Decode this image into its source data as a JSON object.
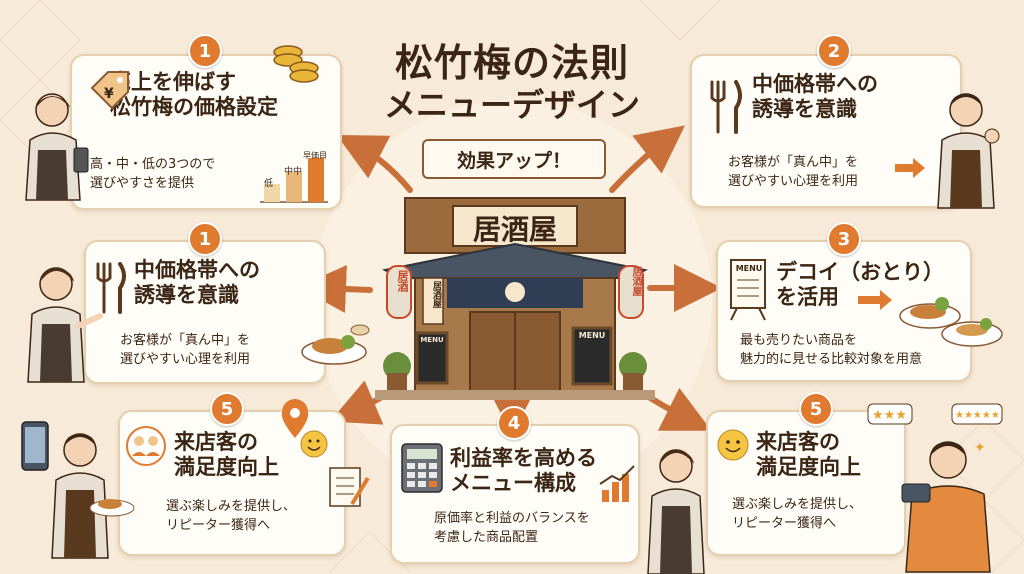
{
  "title": "松竹梅の法則",
  "subtitle": "メニューデザイン",
  "ribbon": "効果アップ！",
  "shop_sign": "居酒屋",
  "lantern_left": "居酒",
  "lantern_right": "居酒屋",
  "shop_board": "居酒屋",
  "menu_board": "MENU",
  "menu_board_small": "MENU",
  "cards": [
    {
      "number": "1",
      "title_line1": "売上を伸ばす",
      "title_line2": "松竹梅の価格設定",
      "desc_line1": "高・中・低の3つので",
      "desc_line2": "選びやすさを提供",
      "chart_labels": [
        "低",
        "中中",
        "早価目"
      ]
    },
    {
      "number": "2",
      "title_line1": "中価格帯への",
      "title_line2": "誘導を意識",
      "desc_line1": "お客様が「真ん中」を",
      "desc_line2": "選びやすい心理を利用"
    },
    {
      "number": "1",
      "title_line1": "中価格帯への",
      "title_line2": "誘導を意識",
      "desc_line1": "お客様が「真ん中」を",
      "desc_line2": "選びやすい心理を利用"
    },
    {
      "number": "3",
      "title_line1": "デコイ（おとり）",
      "title_line2": "を活用",
      "desc_line1": "最も売りたい商品を",
      "desc_line2": "魅力的に見せる比較対象を用意",
      "menu_label": "MENU"
    },
    {
      "number": "5",
      "title_line1": "来店客の",
      "title_line2": "満足度向上",
      "desc_line1": "選ぶ楽しみを提供し、",
      "desc_line2": "リピーター獲得へ"
    },
    {
      "number": "4",
      "title_line1": "利益率を高める",
      "title_line2": "メニュー構成",
      "desc_line1": "原価率と利益のバランスを",
      "desc_line2": "考慮した商品配置"
    },
    {
      "number": "5",
      "title_line1": "来店客の",
      "title_line2": "満足度向上",
      "desc_line1": "選ぶ楽しみを提供し、",
      "desc_line2": "リピーター獲得へ"
    }
  ],
  "colors": {
    "accent": "#e07a2e",
    "brown": "#3b2616",
    "card_border": "#e4cfae",
    "background": "#f7ead8"
  }
}
